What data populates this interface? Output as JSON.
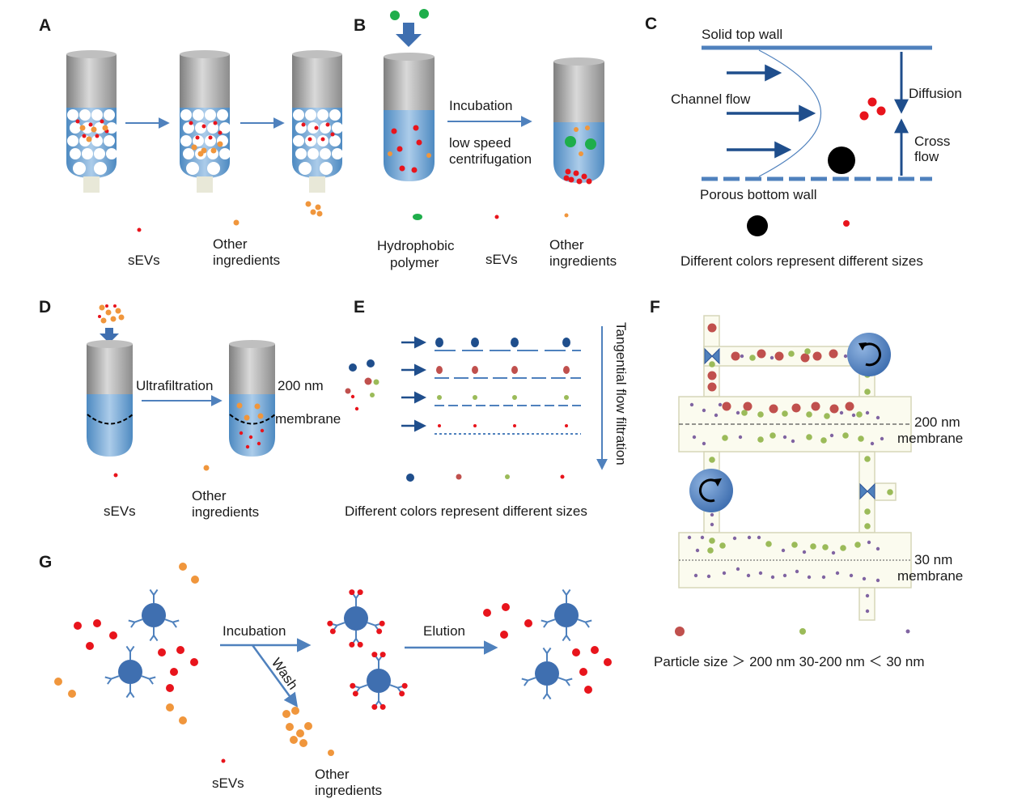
{
  "colors": {
    "sev_red": "#e8141c",
    "orange": "#f0963c",
    "green": "#1fae4b",
    "blue_arrow": "#4f81bd",
    "dark_blue": "#1f4e8c",
    "maroon": "#c0504d",
    "olive_green": "#9bbb59",
    "purple": "#8064a2",
    "tube_gray": "#a6a6a6",
    "tube_blue": "#5b9bd5",
    "panel_f_fill": "#fbfbef",
    "panel_f_border": "#d6d6b8"
  },
  "panels": {
    "A": {
      "label": "A",
      "legend": {
        "sev": "sEVs",
        "other_1": "Other",
        "other_2": "ingredients"
      }
    },
    "B": {
      "label": "B",
      "step_top": "Incubation",
      "step_bottom_1": "low speed",
      "step_bottom_2": "centrifugation",
      "legend": {
        "polymer_1": "Hydrophobic",
        "polymer_2": "polymer",
        "sev": "sEVs",
        "other_1": "Other",
        "other_2": "ingredients"
      }
    },
    "C": {
      "label": "C",
      "top_wall": "Solid top wall",
      "channel_flow": "Channel flow",
      "diffusion": "Diffusion",
      "cross_1": "Cross",
      "cross_2": "flow",
      "bottom_wall": "Porous bottom wall",
      "caption": "Different colors represent different sizes"
    },
    "D": {
      "label": "D",
      "step": "Ultrafiltration",
      "size": "200 nm",
      "membrane": "membrane",
      "legend": {
        "sev": "sEVs",
        "other_1": "Other",
        "other_2": "ingredients"
      }
    },
    "E": {
      "label": "E",
      "side": "Tangential flow filtration",
      "caption": "Different colors represent different sizes"
    },
    "F": {
      "label": "F",
      "membrane1_size": "200 nm",
      "membrane1_label": "membrane",
      "membrane2_size": "30 nm",
      "membrane2_label": "membrane",
      "legend": "Particle size ＞ 200 nm 30-200 nm ＜ 30 nm"
    },
    "G": {
      "label": "G",
      "incubation": "Incubation",
      "wash": "Wash",
      "elution": "Elution",
      "legend": {
        "sev": "sEVs",
        "other_1": "Other",
        "other_2": "ingredients"
      }
    }
  }
}
